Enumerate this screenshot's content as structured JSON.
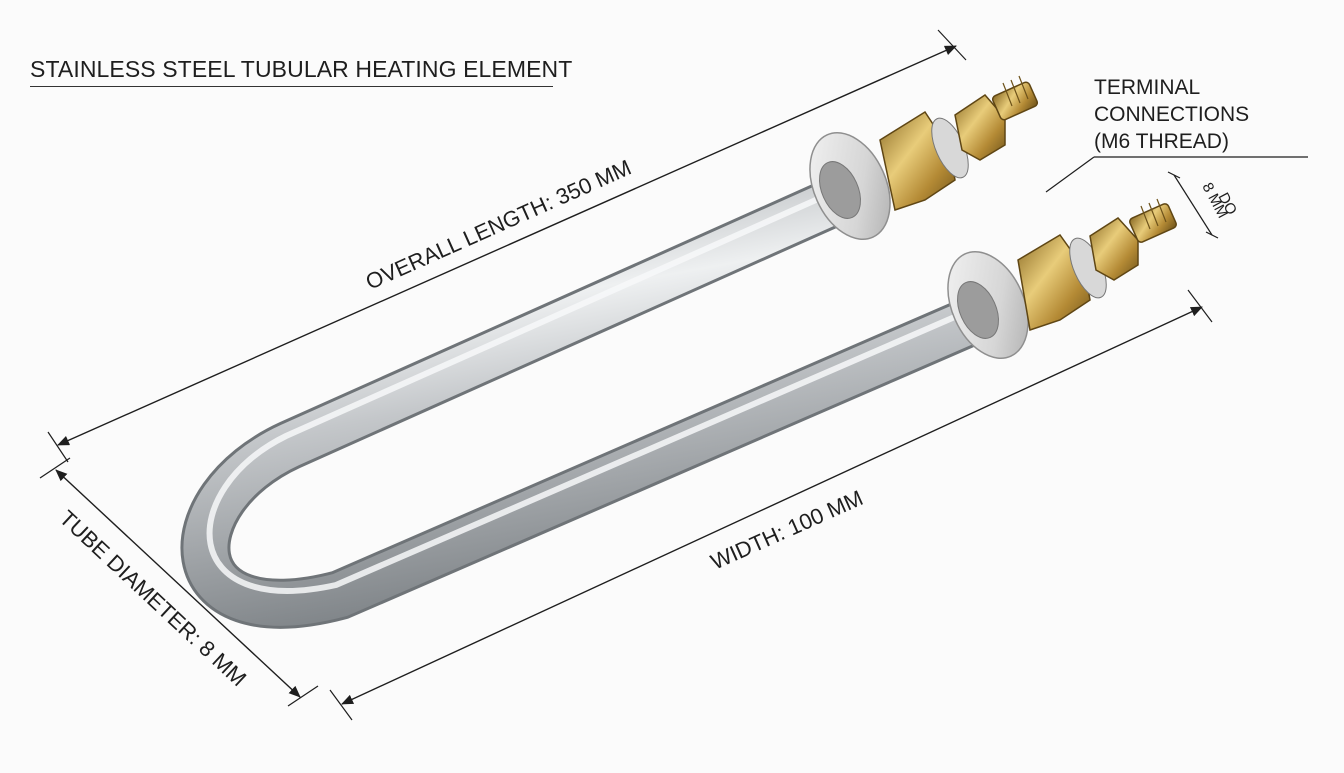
{
  "title": "STAINLESS STEEL TUBULAR HEATING ELEMENT",
  "callout": {
    "line1": "TERMINAL",
    "line2": "CONNECTIONS",
    "line3": "(M6 THREAD)"
  },
  "dimensions": {
    "overall_length": "OVERALL LENGTH: 350 MM",
    "width": "WIDTH: 100 MM",
    "tube_diameter": "TUBE DIAMETER: 8 MM",
    "terminal_od_line1": "DO",
    "terminal_od_line2": "8 MM"
  },
  "colors": {
    "steel": "#b8bbbe",
    "brass": "#c8a24a",
    "ceramic": "#dcdcdc",
    "line": "#1e1e1e",
    "background": "#fbfbfb"
  }
}
